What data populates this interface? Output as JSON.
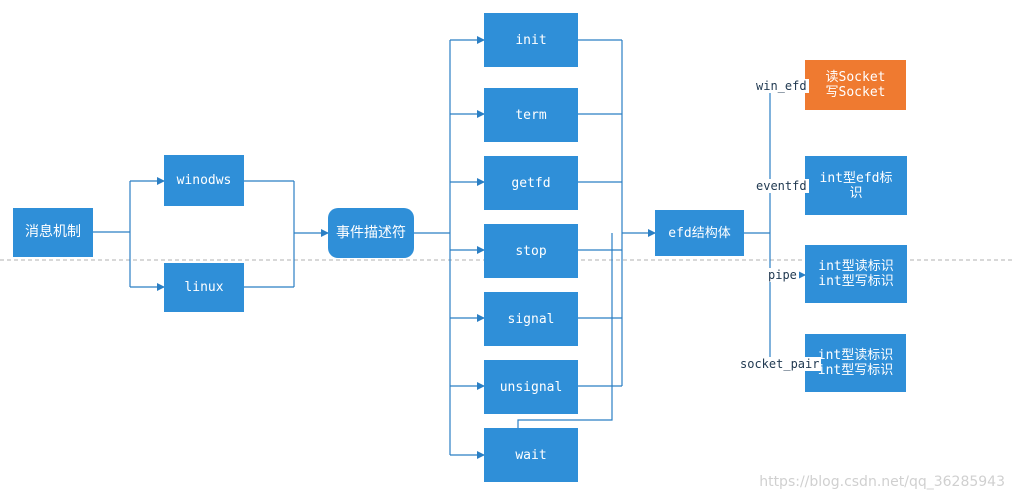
{
  "nodes": {
    "msg_mechanism": "消息机制",
    "windows": "winodws",
    "linux": "linux",
    "event_descriptor": "事件描述符",
    "init": "init",
    "term": "term",
    "getfd": "getfd",
    "stop": "stop",
    "signal": "signal",
    "unsignal": "unsignal",
    "wait": "wait",
    "efd_struct": "efd结构体",
    "read_socket": "读Socket",
    "write_socket": "写Socket",
    "int_efd_1": "int型efd标",
    "int_efd_2": "识",
    "pipe_read": "int型读标识",
    "pipe_write": "int型写标识",
    "sp_read": "int型读标识",
    "sp_write": "int型写标识"
  },
  "edge_labels": {
    "win_efd": "win_efd",
    "eventfd": "eventfd",
    "pipe": "pipe",
    "socket_pair": "socket_pair"
  },
  "watermark": "https://blog.csdn.net/qq_36285943",
  "colors": {
    "box": "#2f8fd8",
    "highlight": "#ef7a30",
    "line": "#2b7fc4"
  }
}
